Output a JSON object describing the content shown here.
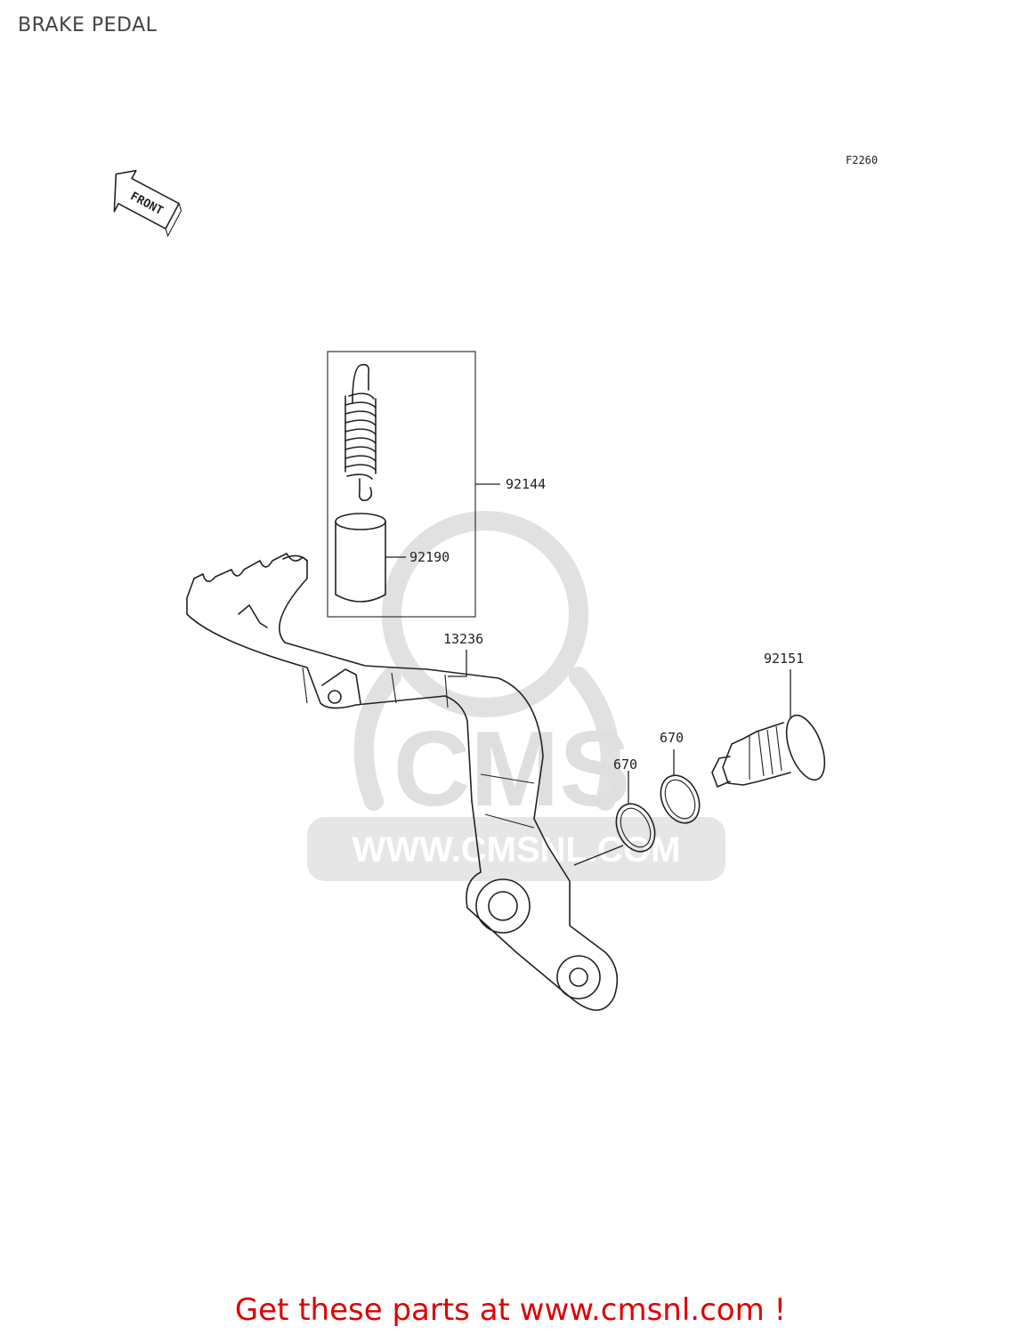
{
  "page": {
    "title": "BRAKE PEDAL",
    "figure_code": "F2260"
  },
  "orientation": {
    "label": "FRONT",
    "icon": "front-arrow-icon"
  },
  "watermark": {
    "logo_text": "CMS",
    "url_text": "WWW.CMSNL.COM",
    "color": "#dcdcdc"
  },
  "parts": [
    {
      "number": "92144"
    },
    {
      "number": "92190"
    },
    {
      "number": "13236"
    },
    {
      "number": "92151"
    },
    {
      "number": "670"
    },
    {
      "number": "670"
    }
  ],
  "footer": {
    "cta": "Get these parts at www.cmsnl.com !",
    "color": "#e00000"
  }
}
